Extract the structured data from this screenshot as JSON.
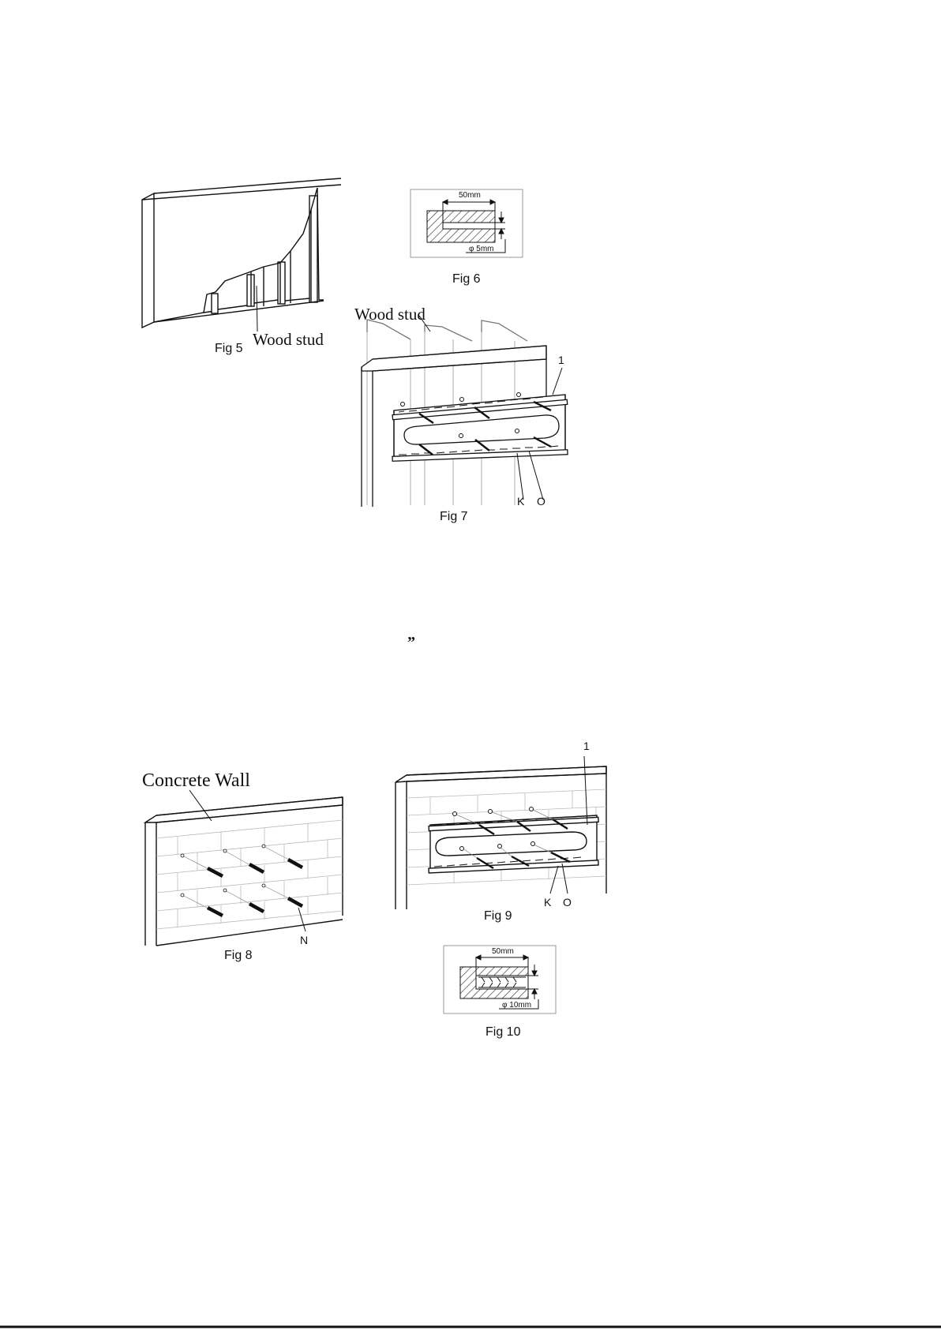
{
  "figures": {
    "fig5": {
      "caption": "Fig 5",
      "label": "Wood stud"
    },
    "fig6": {
      "caption": "Fig 6",
      "dim_width": "50mm",
      "dim_diameter": "φ 5mm"
    },
    "fig7": {
      "caption": "Fig 7",
      "label": "Wood stud",
      "callout_plate": "1",
      "callout_k": "K",
      "callout_o": "O"
    },
    "fig8": {
      "caption": "Fig 8",
      "label": "Concrete Wall",
      "callout_n": "N"
    },
    "fig9": {
      "caption": "Fig 9",
      "callout_plate": "1",
      "callout_k": "K",
      "callout_o": "O"
    },
    "fig10": {
      "caption": "Fig 10",
      "dim_width": "50mm",
      "dim_diameter": "φ 10mm"
    }
  },
  "stray_mark": "”",
  "colors": {
    "ink": "#111111",
    "frame": "#999999",
    "hatch": "#333333",
    "brick": "#bbbbbb"
  }
}
